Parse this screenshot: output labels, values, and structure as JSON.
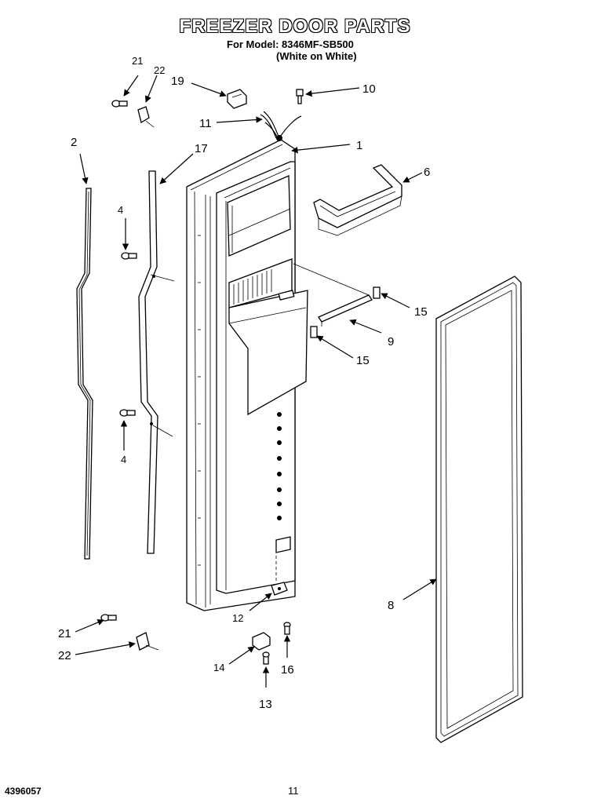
{
  "header": {
    "title": "FREEZER DOOR PARTS",
    "model_line": "For Model: 8346MF-SB500",
    "variant_line": "(White on White)"
  },
  "footer": {
    "document_number": "4396057",
    "page_number": "11"
  },
  "callouts": [
    {
      "id": "c1",
      "text": "1"
    },
    {
      "id": "c2",
      "text": "2"
    },
    {
      "id": "c4a",
      "text": "4"
    },
    {
      "id": "c4b",
      "text": "4"
    },
    {
      "id": "c6",
      "text": "6"
    },
    {
      "id": "c8",
      "text": "8"
    },
    {
      "id": "c9",
      "text": "9"
    },
    {
      "id": "c10",
      "text": "10"
    },
    {
      "id": "c11",
      "text": "11"
    },
    {
      "id": "c12",
      "text": "12"
    },
    {
      "id": "c13",
      "text": "13"
    },
    {
      "id": "c14",
      "text": "14"
    },
    {
      "id": "c15a",
      "text": "15"
    },
    {
      "id": "c15b",
      "text": "15"
    },
    {
      "id": "c16",
      "text": "16"
    },
    {
      "id": "c17",
      "text": "17"
    },
    {
      "id": "c19",
      "text": "19"
    },
    {
      "id": "c21a",
      "text": "21"
    },
    {
      "id": "c21b",
      "text": "21"
    },
    {
      "id": "c22a",
      "text": "22"
    },
    {
      "id": "c22b",
      "text": "22"
    }
  ]
}
